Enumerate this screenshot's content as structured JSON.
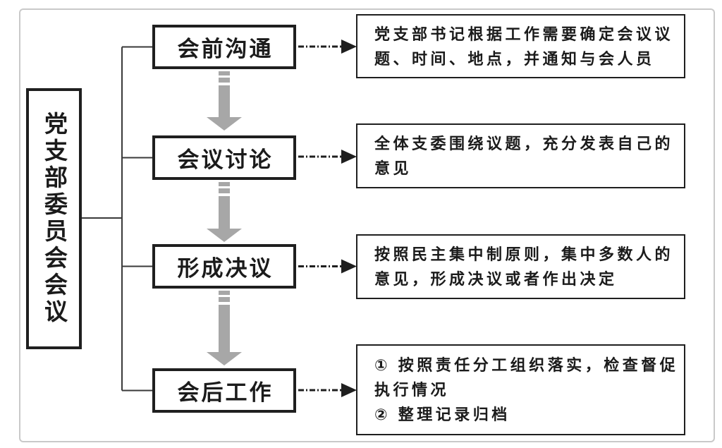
{
  "diagram": {
    "root_label": "党支部委员会会议",
    "steps": [
      {
        "label": "会前沟通",
        "description": "党支部书记根据工作需要确定会议议题、时间、地点，并通知与会人员"
      },
      {
        "label": "会议讨论",
        "description": "全体支委围绕议题，充分发表自己的意见"
      },
      {
        "label": "形成决议",
        "description": "按照民主集中制原则，集中多数人的意见，形成决议或者作出决定"
      },
      {
        "label": "会后工作",
        "description": "① 按照责任分工组织落实，检查督促执行情况\n② 整理记录归档"
      }
    ],
    "colors": {
      "box_border": "#1f1f1f",
      "text": "#1b1b1b",
      "flow_arrow_gray": "#a7a7a7",
      "connector_line": "#3a3a3a",
      "frame_border": "#c9c9c9",
      "background": "#ffffff"
    }
  }
}
